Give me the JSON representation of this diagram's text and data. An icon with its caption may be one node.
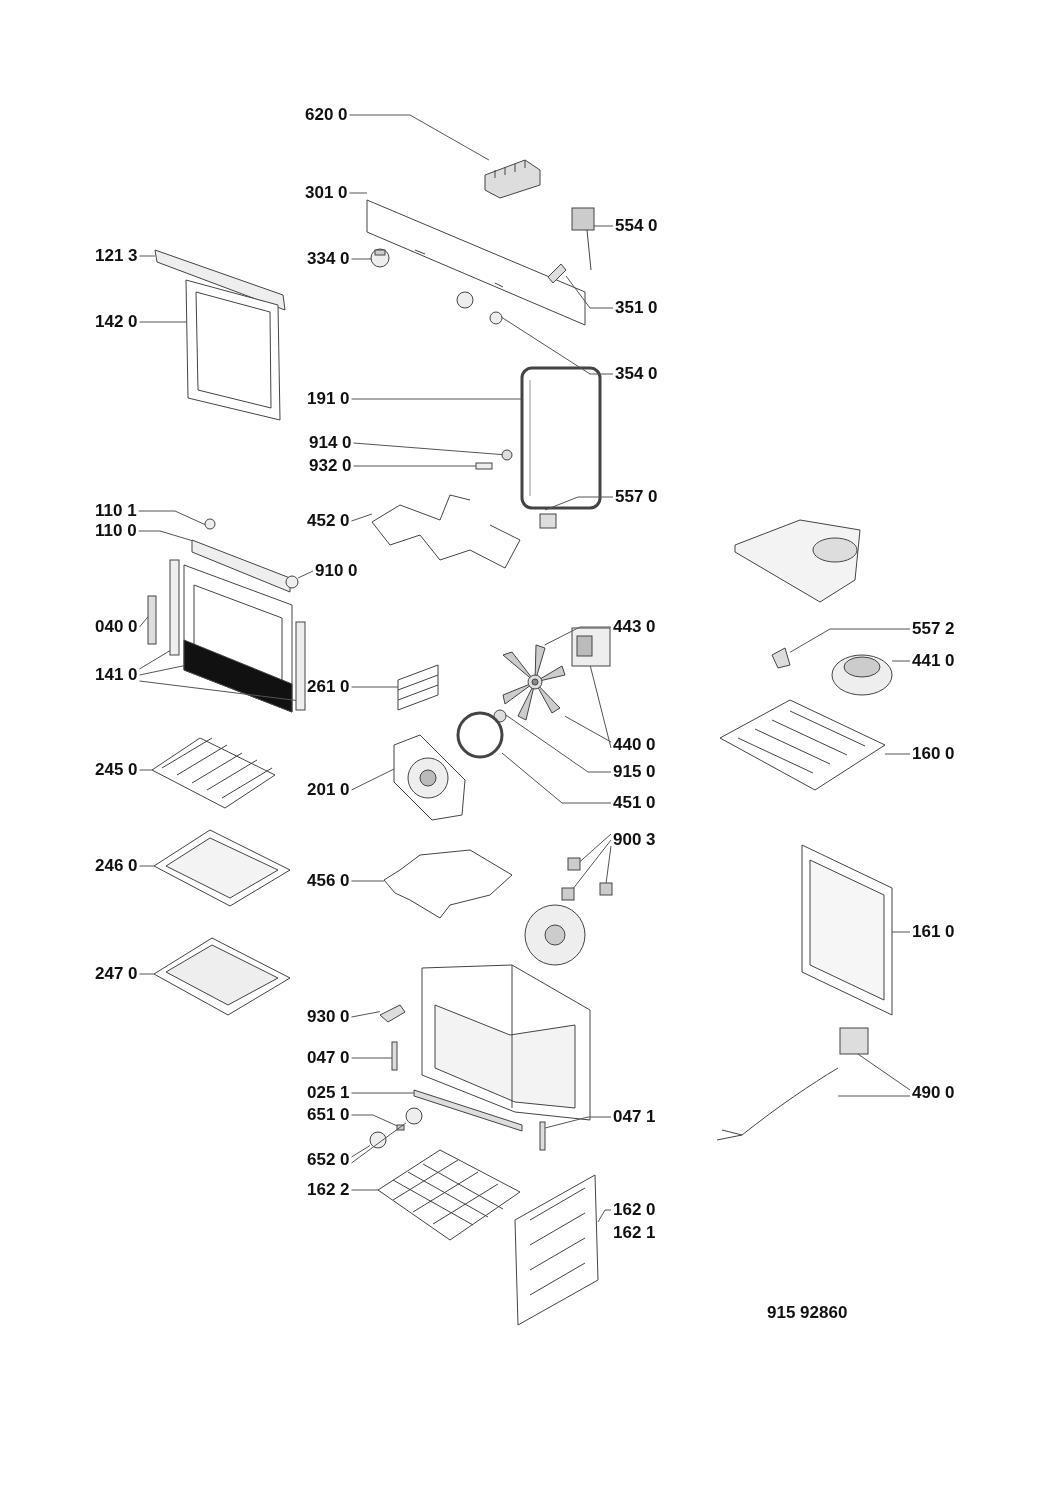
{
  "diagram": {
    "nodes": [
      {
        "text": [
          "620 0"
        ]
      },
      {
        "text": [
          "301 0"
        ]
      },
      {
        "text": [
          "121 3"
        ]
      },
      {
        "text": [
          "554 0"
        ]
      },
      {
        "text": [
          "334 0"
        ]
      },
      {
        "text": [
          "351 0"
        ]
      },
      {
        "text": [
          "142 0"
        ]
      },
      {
        "text": [
          "354 0"
        ]
      },
      {
        "text": [
          "191 0"
        ]
      },
      {
        "text": [
          "914 0"
        ]
      },
      {
        "text": [
          "932 0"
        ]
      },
      {
        "text": [
          "557 0"
        ]
      },
      {
        "text": [
          "452 0"
        ]
      },
      {
        "text": [
          "110 1"
        ]
      },
      {
        "text": [
          "110 0"
        ]
      },
      {
        "text": [
          "910 0"
        ]
      },
      {
        "text": [
          "040 0"
        ]
      },
      {
        "text": [
          "443 0"
        ]
      },
      {
        "text": [
          "557 2"
        ]
      },
      {
        "text": [
          "141 0"
        ]
      },
      {
        "text": [
          "441 0"
        ]
      },
      {
        "text": [
          "261 0"
        ]
      },
      {
        "text": [
          "440 0"
        ]
      },
      {
        "text": [
          "160 0"
        ]
      },
      {
        "text": [
          "245 0"
        ]
      },
      {
        "text": [
          "915 0"
        ]
      },
      {
        "text": [
          "201 0"
        ]
      },
      {
        "text": [
          "451 0"
        ]
      },
      {
        "text": [
          "900 3"
        ]
      },
      {
        "text": [
          "246 0"
        ]
      },
      {
        "text": [
          "456 0"
        ]
      },
      {
        "text": [
          "161 0"
        ]
      },
      {
        "text": [
          "247 0"
        ]
      },
      {
        "text": [
          "930 0"
        ]
      },
      {
        "text": [
          "047 0"
        ]
      },
      {
        "text": [
          "025 1"
        ]
      },
      {
        "text": [
          "490 0"
        ]
      },
      {
        "text": [
          "651 0"
        ]
      },
      {
        "text": [
          "047 1"
        ]
      },
      {
        "text": [
          "652 0"
        ]
      },
      {
        "text": [
          "162 2"
        ]
      },
      {
        "text": [
          "162 0"
        ]
      },
      {
        "text": [
          "162 1"
        ]
      },
      {
        "text": [],
        "shape": "picture"
      },
      {
        "text": [],
        "shape": "picture"
      },
      {
        "text": [],
        "shape": "bar"
      },
      {
        "text": [],
        "shape": "picture"
      },
      {
        "text": [],
        "shape": "picture"
      },
      {
        "text": [],
        "shape": "picture"
      },
      {
        "text": [],
        "shape": "picture"
      },
      {
        "text": [],
        "shape": "circle"
      },
      {
        "text": [],
        "shape": "picture"
      },
      {
        "text": [],
        "shape": "circle"
      },
      {
        "text": [],
        "shape": "box"
      },
      {
        "text": [],
        "shape": "box"
      },
      {
        "text": [],
        "shape": "picture"
      },
      {
        "text": [],
        "shape": "circle"
      },
      {
        "text": [],
        "shape": "bar"
      },
      {
        "text": [],
        "shape": "circle"
      },
      {
        "text": [],
        "shape": "box"
      },
      {
        "text": [],
        "shape": "picture"
      },
      {
        "text": [],
        "shape": "picture"
      },
      {
        "text": [],
        "shape": "box"
      },
      {
        "text": [],
        "shape": "picture"
      },
      {
        "text": [],
        "shape": "box"
      },
      {
        "text": [],
        "shape": "picture"
      },
      {
        "text": [],
        "shape": "picture"
      },
      {
        "text": [],
        "shape": "picture"
      },
      {
        "text": [],
        "shape": "picture"
      },
      {
        "text": [],
        "shape": "picture"
      },
      {
        "text": [],
        "shape": "circle"
      },
      {
        "text": [],
        "shape": "picture"
      },
      {
        "text": [],
        "shape": "circle"
      },
      {
        "text": [],
        "shape": "box"
      },
      {
        "text": [],
        "shape": "box"
      },
      {
        "text": [],
        "shape": "box"
      },
      {
        "text": [],
        "shape": "picture"
      },
      {
        "text": [],
        "shape": "picture"
      },
      {
        "text": [],
        "shape": "picture"
      },
      {
        "text": [],
        "shape": "picture"
      },
      {
        "text": [],
        "shape": "picture"
      },
      {
        "text": [],
        "shape": "box"
      },
      {
        "text": [],
        "shape": "bar"
      },
      {
        "text": [],
        "shape": "box"
      },
      {
        "text": [],
        "shape": "picture"
      },
      {
        "text": [],
        "shape": "box"
      },
      {
        "text": [],
        "shape": "circle"
      },
      {
        "text": [],
        "shape": "circle"
      },
      {
        "text": [],
        "shape": "picture"
      },
      {
        "text": [],
        "shape": "picture"
      },
      {
        "text": [],
        "shape": "box"
      }
    ],
    "edges": [
      {
        "from": 0,
        "to": 43,
        "arrow": "none"
      },
      {
        "from": 1,
        "to": 44,
        "arrow": "none"
      },
      {
        "from": 2,
        "to": 45,
        "arrow": "none"
      },
      {
        "from": 3,
        "to": 46,
        "arrow": "none"
      },
      {
        "from": 4,
        "to": 47,
        "arrow": "none"
      },
      {
        "from": 5,
        "to": 48,
        "arrow": "none"
      },
      {
        "from": 6,
        "to": 49,
        "arrow": "none"
      },
      {
        "from": 7,
        "to": 50,
        "arrow": "none"
      },
      {
        "from": 8,
        "to": 51,
        "arrow": "none"
      },
      {
        "from": 9,
        "to": 52,
        "arrow": "none"
      },
      {
        "from": 10,
        "to": 53,
        "arrow": "none"
      },
      {
        "from": 11,
        "to": 54,
        "arrow": "none"
      },
      {
        "from": 12,
        "to": 55,
        "arrow": "none"
      },
      {
        "from": 13,
        "to": 56,
        "arrow": "none"
      },
      {
        "from": 14,
        "to": 57,
        "arrow": "none"
      },
      {
        "from": 15,
        "to": 58,
        "arrow": "none"
      },
      {
        "from": 16,
        "to": 59,
        "arrow": "none"
      },
      {
        "from": 17,
        "to": 67,
        "arrow": "none"
      },
      {
        "from": 18,
        "to": 61,
        "arrow": "none"
      },
      {
        "from": 19,
        "to": 62,
        "arrow": "none"
      },
      {
        "from": 19,
        "to": 63,
        "arrow": "none"
      },
      {
        "from": 19,
        "to": 64,
        "arrow": "none"
      },
      {
        "from": 20,
        "to": 65,
        "arrow": "none"
      },
      {
        "from": 21,
        "to": 66,
        "arrow": "none"
      },
      {
        "from": 22,
        "to": 67,
        "arrow": "none"
      },
      {
        "from": 22,
        "to": 60,
        "arrow": "none"
      },
      {
        "from": 23,
        "to": 68,
        "arrow": "none"
      },
      {
        "from": 24,
        "to": 69,
        "arrow": "none"
      },
      {
        "from": 25,
        "to": 70,
        "arrow": "none"
      },
      {
        "from": 26,
        "to": 71,
        "arrow": "none"
      },
      {
        "from": 27,
        "to": 72,
        "arrow": "none"
      },
      {
        "from": 28,
        "to": 73,
        "arrow": "none"
      },
      {
        "from": 28,
        "to": 74,
        "arrow": "none"
      },
      {
        "from": 28,
        "to": 75,
        "arrow": "none"
      },
      {
        "from": 29,
        "to": 76,
        "arrow": "none"
      },
      {
        "from": 30,
        "to": 77,
        "arrow": "none"
      },
      {
        "from": 31,
        "to": 78,
        "arrow": "none"
      },
      {
        "from": 32,
        "to": 79,
        "arrow": "none"
      },
      {
        "from": 33,
        "to": 80,
        "arrow": "none"
      },
      {
        "from": 34,
        "to": 81,
        "arrow": "none"
      },
      {
        "from": 35,
        "to": 82,
        "arrow": "none"
      },
      {
        "from": 36,
        "to": 83,
        "arrow": "none"
      },
      {
        "from": 36,
        "to": 84,
        "arrow": "none"
      },
      {
        "from": 37,
        "to": 85,
        "arrow": "none"
      },
      {
        "from": 38,
        "to": 90,
        "arrow": "none"
      },
      {
        "from": 39,
        "to": 86,
        "arrow": "none"
      },
      {
        "from": 39,
        "to": 87,
        "arrow": "none"
      },
      {
        "from": 40,
        "to": 88,
        "arrow": "none"
      },
      {
        "from": 41,
        "to": 89,
        "arrow": "none"
      }
    ],
    "labels": [
      "915 92860"
    ]
  }
}
